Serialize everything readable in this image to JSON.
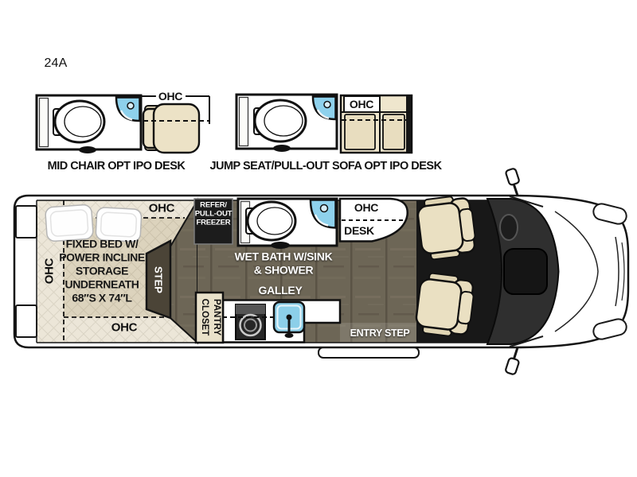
{
  "model": "24A",
  "options": [
    {
      "ohc": "OHC",
      "caption": "MID CHAIR OPT IPO DESK"
    },
    {
      "ohc": "OHC",
      "caption": "JUMP SEAT/PULL-OUT SOFA OPT IPO DESK"
    }
  ],
  "floorplan": {
    "ohc_top": "OHC",
    "ohc_left": "OHC",
    "ohc_bottom": "OHC",
    "bed_lines": [
      "FIXED BED W/",
      "POWER INCLINE",
      "STORAGE",
      "UNDERNEATH",
      "68″S X 74″L"
    ],
    "step": "STEP",
    "refer_lines": [
      "REFER/",
      "PULL-OUT",
      "FREEZER"
    ],
    "wet_bath_lines": [
      "WET BATH W/SINK",
      "& SHOWER"
    ],
    "galley": "GALLEY",
    "ohc_desk": "OHC",
    "desk": "DESK",
    "closet": "CLOSET",
    "pantry": "PANTRY",
    "entry_step": "ENTRY STEP"
  },
  "colors": {
    "shower_blue": "#8ED1EC",
    "sink_blue": "#8CCFE9",
    "wood_floor": "#6D6656",
    "bed_light": "#ECE6D8",
    "bed_dark": "#DCD3BD",
    "seat_beige": "#EAE0C2",
    "cab_black": "#181818",
    "outline": "#151515"
  }
}
